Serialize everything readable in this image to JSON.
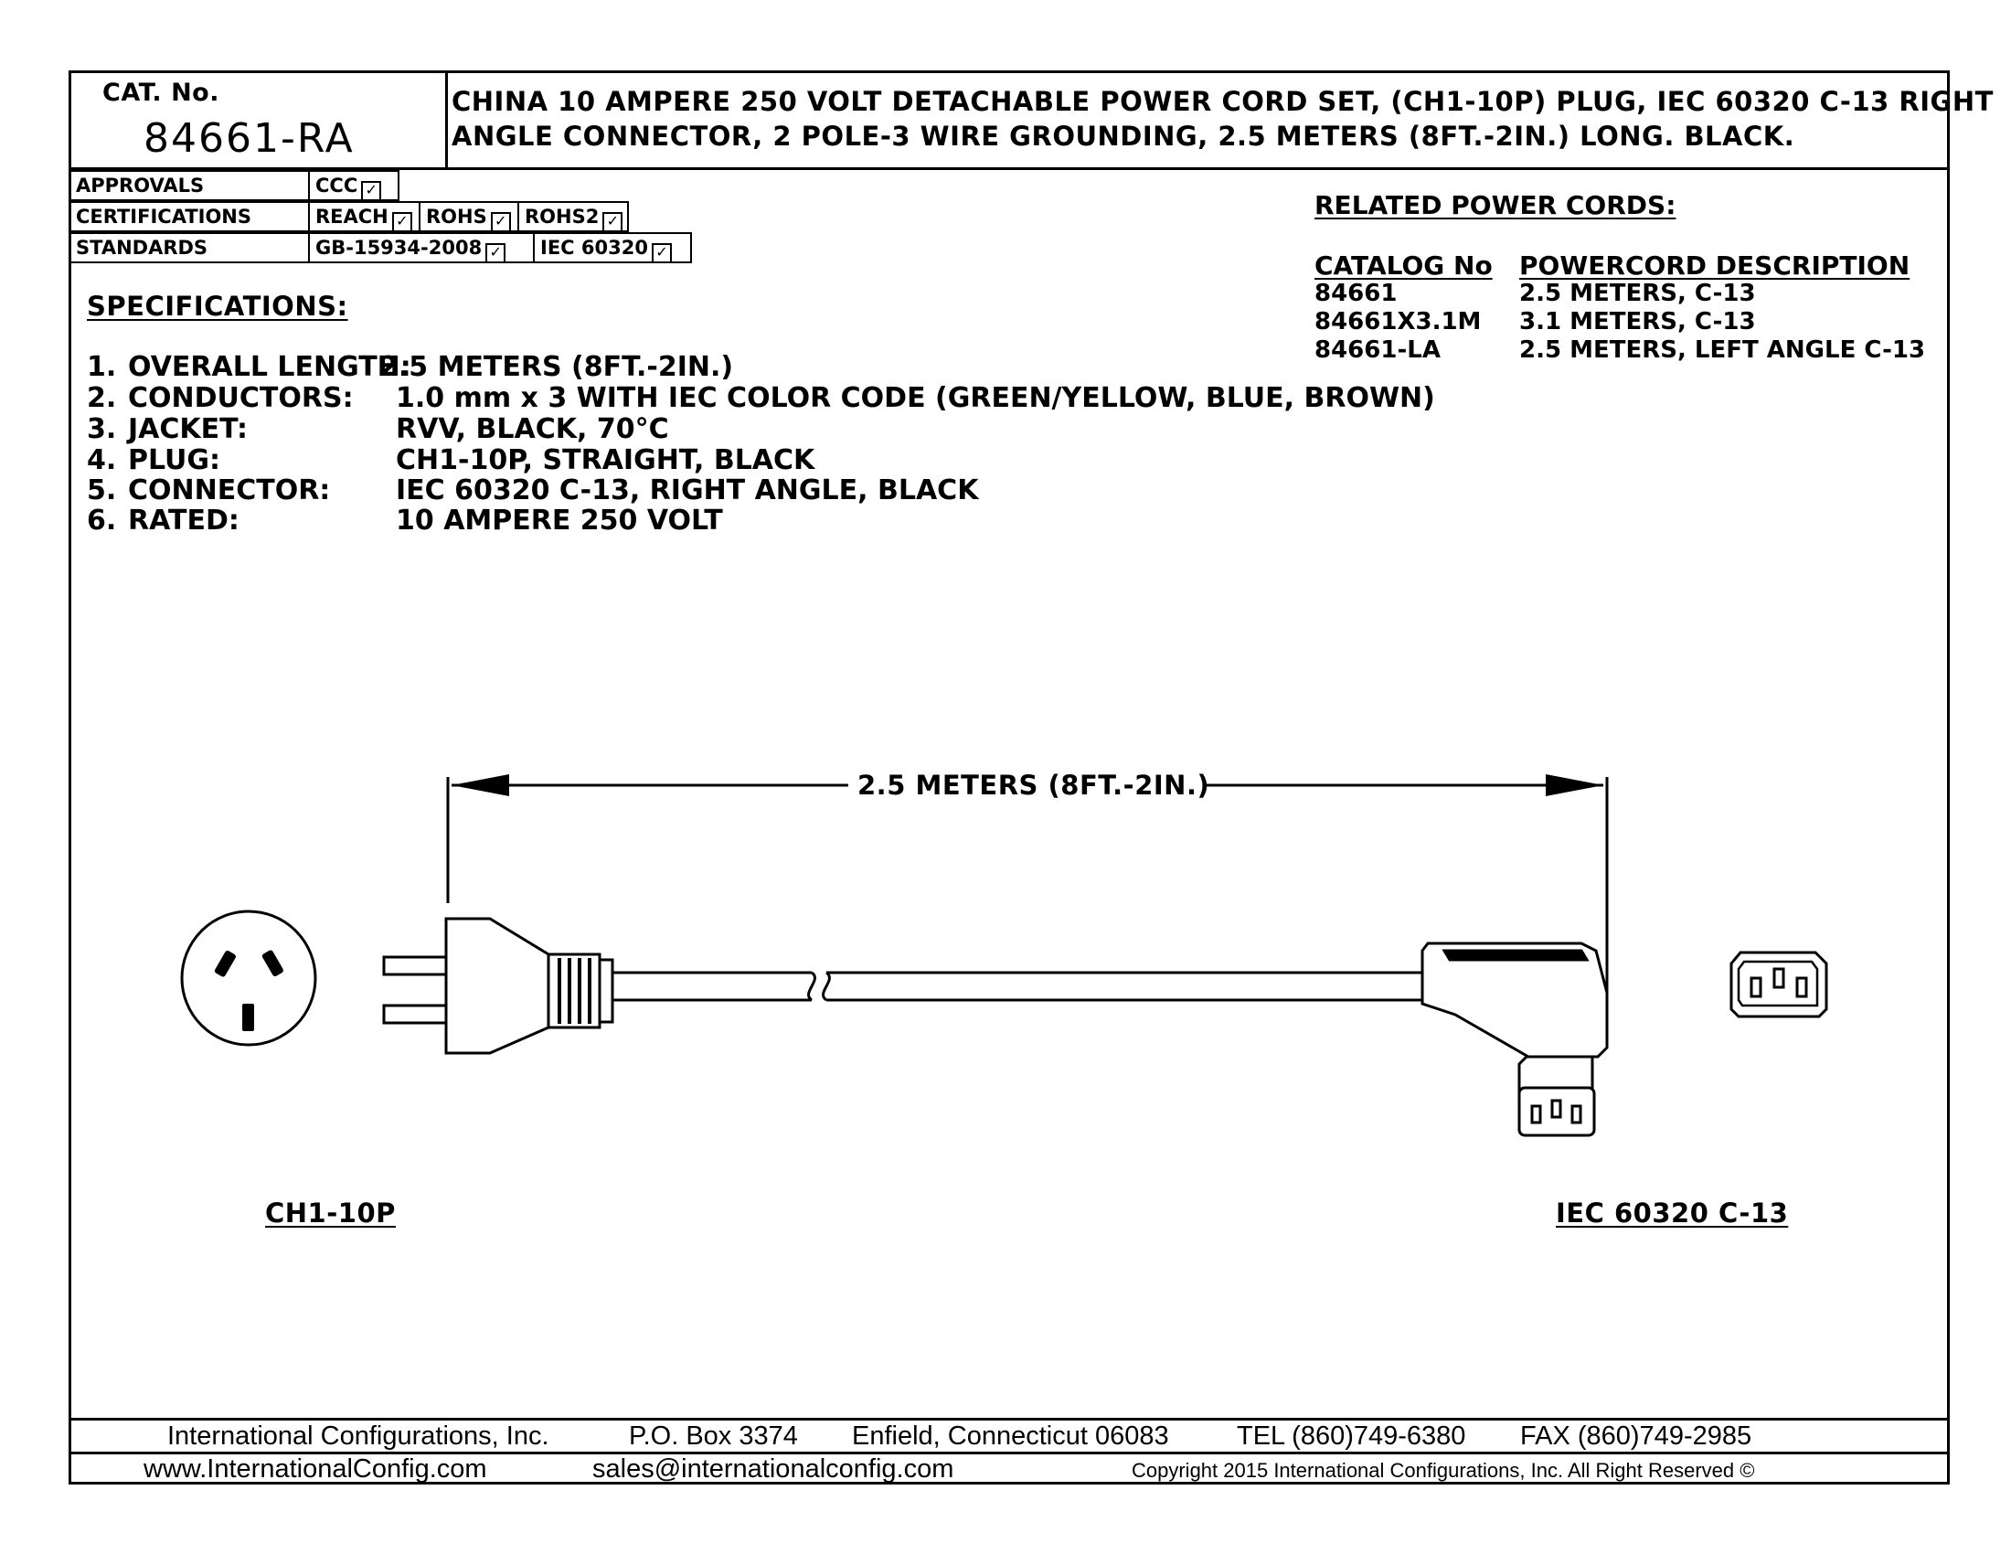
{
  "title_block": {
    "cat_label": "CAT. No.",
    "cat_number": "84661-RA",
    "description_line1": "CHINA 10 AMPERE 250 VOLT DETACHABLE POWER CORD SET, (CH1-10P) PLUG, IEC 60320 C-13 RIGHT",
    "description_line2": "ANGLE CONNECTOR, 2 POLE-3 WIRE GROUNDING, 2.5 METERS (8FT.-2IN.) LONG. BLACK."
  },
  "compliance": {
    "approvals_label": "APPROVALS",
    "approvals": [
      "CCC"
    ],
    "certifications_label": "CERTIFICATIONS",
    "certifications": [
      "REACH",
      "ROHS",
      "ROHS2"
    ],
    "standards_label": "STANDARDS",
    "standards": [
      "GB-15934-2008",
      "IEC 60320"
    ],
    "check_glyph": "✓"
  },
  "specifications": {
    "heading": "SPECIFICATIONS:",
    "items": [
      {
        "num": "1.",
        "key": "OVERALL LENGTH:",
        "value": "2.5 METERS (8FT.-2IN.)"
      },
      {
        "num": "2.",
        "key": "CONDUCTORS:",
        "value": "1.0 mm x 3 WITH IEC COLOR CODE (GREEN/YELLOW, BLUE, BROWN)"
      },
      {
        "num": "3.",
        "key": "JACKET:",
        "value": "RVV, BLACK, 70°C"
      },
      {
        "num": "4.",
        "key": "PLUG:",
        "value": "CH1-10P, STRAIGHT, BLACK"
      },
      {
        "num": "5.",
        "key": "CONNECTOR:",
        "value": "IEC 60320 C-13, RIGHT ANGLE, BLACK"
      },
      {
        "num": "6.",
        "key": "RATED:",
        "value": "10 AMPERE 250 VOLT"
      }
    ]
  },
  "related": {
    "heading": "RELATED POWER CORDS:",
    "col_catalog": "CATALOG No",
    "col_description": "POWERCORD DESCRIPTION",
    "rows": [
      {
        "catalog": "84661",
        "description": "2.5 METERS, C-13"
      },
      {
        "catalog": "84661X3.1M",
        "description": "3.1 METERS, C-13"
      },
      {
        "catalog": "84661-LA",
        "description": "2.5 METERS, LEFT ANGLE C-13"
      }
    ]
  },
  "drawing": {
    "dimension_label": "2.5 METERS (8FT.-2IN.)",
    "plug_label": "CH1-10P",
    "connector_label": "IEC 60320 C-13"
  },
  "footer": {
    "company": "International Configurations, Inc.",
    "pobox": "P.O. Box 3374",
    "city": "Enfield, Connecticut 06083",
    "tel": "TEL (860)749-6380",
    "fax": "FAX (860)749-2985",
    "website": "www.InternationalConfig.com",
    "email": "sales@internationalconfig.com",
    "copyright": "Copyright 2015 International Configurations, Inc. All Right Reserved ©"
  }
}
